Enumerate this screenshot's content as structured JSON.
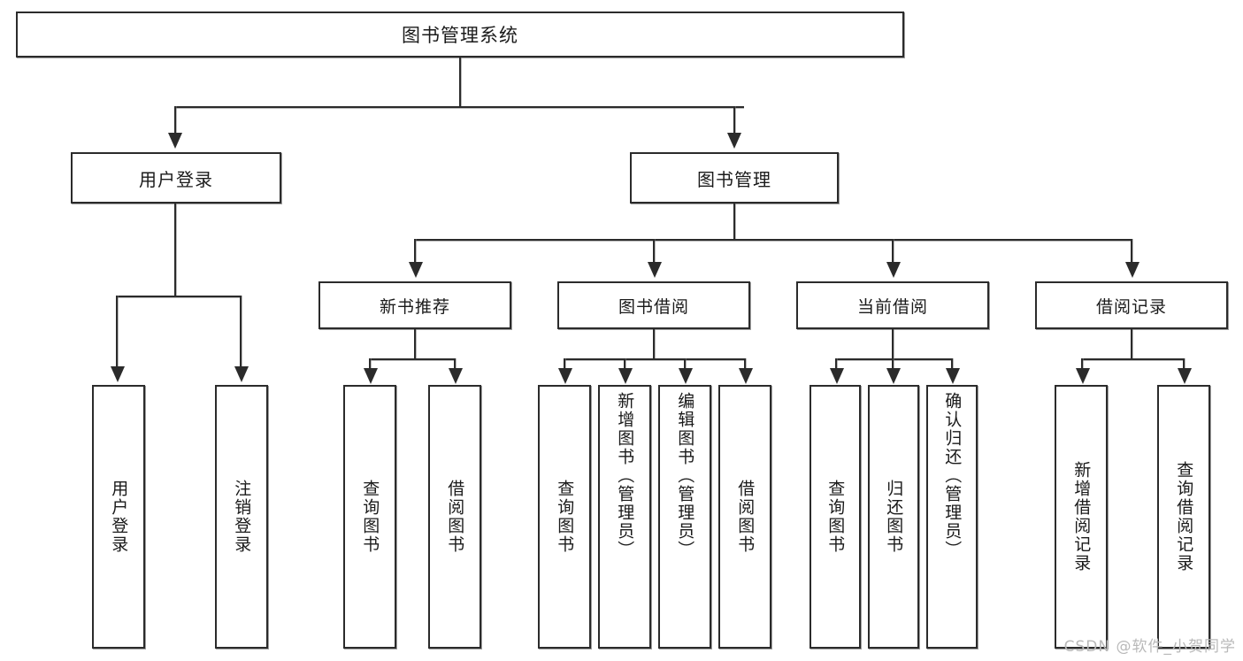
{
  "diagram": {
    "title_node": {
      "label": "图书管理系统"
    },
    "level1": [
      {
        "id": "user-login",
        "label": "用户登录"
      },
      {
        "id": "book-management",
        "label": "图书管理"
      }
    ],
    "level2": [
      {
        "id": "new-book-recommend",
        "label": "新书推荐"
      },
      {
        "id": "book-borrow",
        "label": "图书借阅"
      },
      {
        "id": "current-borrow",
        "label": "当前借阅"
      },
      {
        "id": "borrow-record",
        "label": "借阅记录"
      }
    ],
    "leaves": {
      "user_login": [
        {
          "id": "leaf-user-login",
          "label": "用户登录"
        },
        {
          "id": "leaf-logout",
          "label": "注销登录"
        }
      ],
      "new_book_recommend": [
        {
          "id": "leaf-query-book-1",
          "label": "查询图书"
        },
        {
          "id": "leaf-borrow-book-1",
          "label": "借阅图书"
        }
      ],
      "book_borrow": [
        {
          "id": "leaf-query-book-2",
          "label": "查询图书"
        },
        {
          "id": "leaf-add-book",
          "label": "新增图书（管理员）"
        },
        {
          "id": "leaf-edit-book",
          "label": "编辑图书（管理员）"
        },
        {
          "id": "leaf-borrow-book-2",
          "label": "借阅图书"
        }
      ],
      "current_borrow": [
        {
          "id": "leaf-query-book-3",
          "label": "查询图书"
        },
        {
          "id": "leaf-return-book",
          "label": "归还图书"
        },
        {
          "id": "leaf-confirm-return",
          "label": "确认归还（管理员）"
        }
      ],
      "borrow_record": [
        {
          "id": "leaf-add-record",
          "label": "新增借阅记录"
        },
        {
          "id": "leaf-query-record",
          "label": "查询借阅记录"
        }
      ]
    }
  },
  "watermark": {
    "text": "CSDN @软件_小贺同学"
  },
  "colors": {
    "box_border": "#2b2b2b",
    "box_fill": "#ffffff",
    "text": "#1a1a1a",
    "watermark": "#b9b9b9",
    "background": "#ffffff"
  }
}
